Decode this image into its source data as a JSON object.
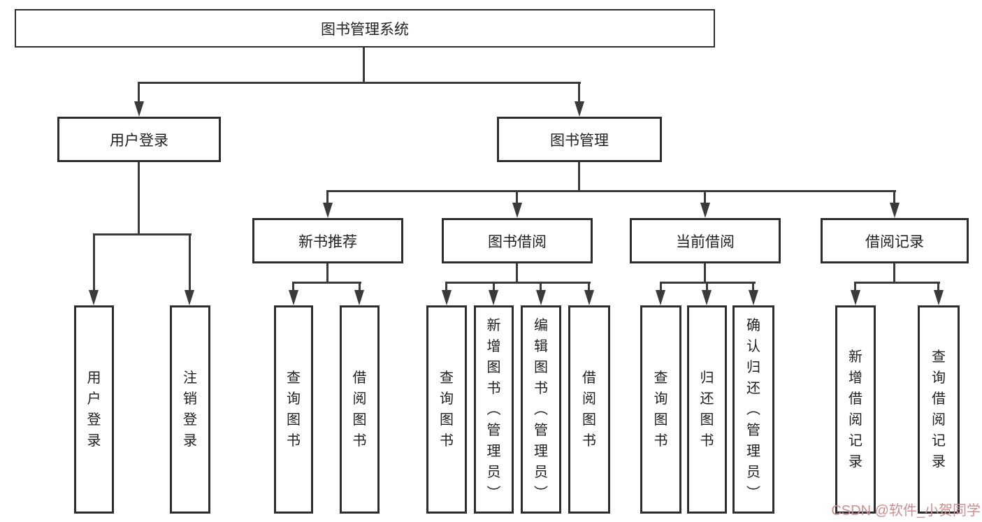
{
  "tree": {
    "label": "图书管理系统",
    "children": [
      {
        "label": "用户登录",
        "children": [
          {
            "label": "用户登录"
          },
          {
            "label": "注销登录"
          }
        ]
      },
      {
        "label": "图书管理",
        "children": [
          {
            "label": "新书推荐",
            "children": [
              {
                "label": "查询图书"
              },
              {
                "label": "借阅图书"
              }
            ]
          },
          {
            "label": "图书借阅",
            "children": [
              {
                "label": "查询图书"
              },
              {
                "label": "新增图书（管理员）"
              },
              {
                "label": "编辑图书（管理员）"
              },
              {
                "label": "借阅图书"
              }
            ]
          },
          {
            "label": "当前借阅",
            "children": [
              {
                "label": "查询图书"
              },
              {
                "label": "归还图书"
              },
              {
                "label": "确认归还（管理员）"
              }
            ]
          },
          {
            "label": "借阅记录",
            "children": [
              {
                "label": "新增借阅记录"
              },
              {
                "label": "查询借阅记录"
              }
            ]
          }
        ]
      }
    ]
  },
  "watermark": {
    "text": "CSDN @软件_小贺同学"
  },
  "colors": {
    "line": "#3a3a3a",
    "border": "#2e2e2e",
    "text": "#1f1f1f",
    "watermark": "#cf8e8e",
    "background": "#ffffff"
  }
}
